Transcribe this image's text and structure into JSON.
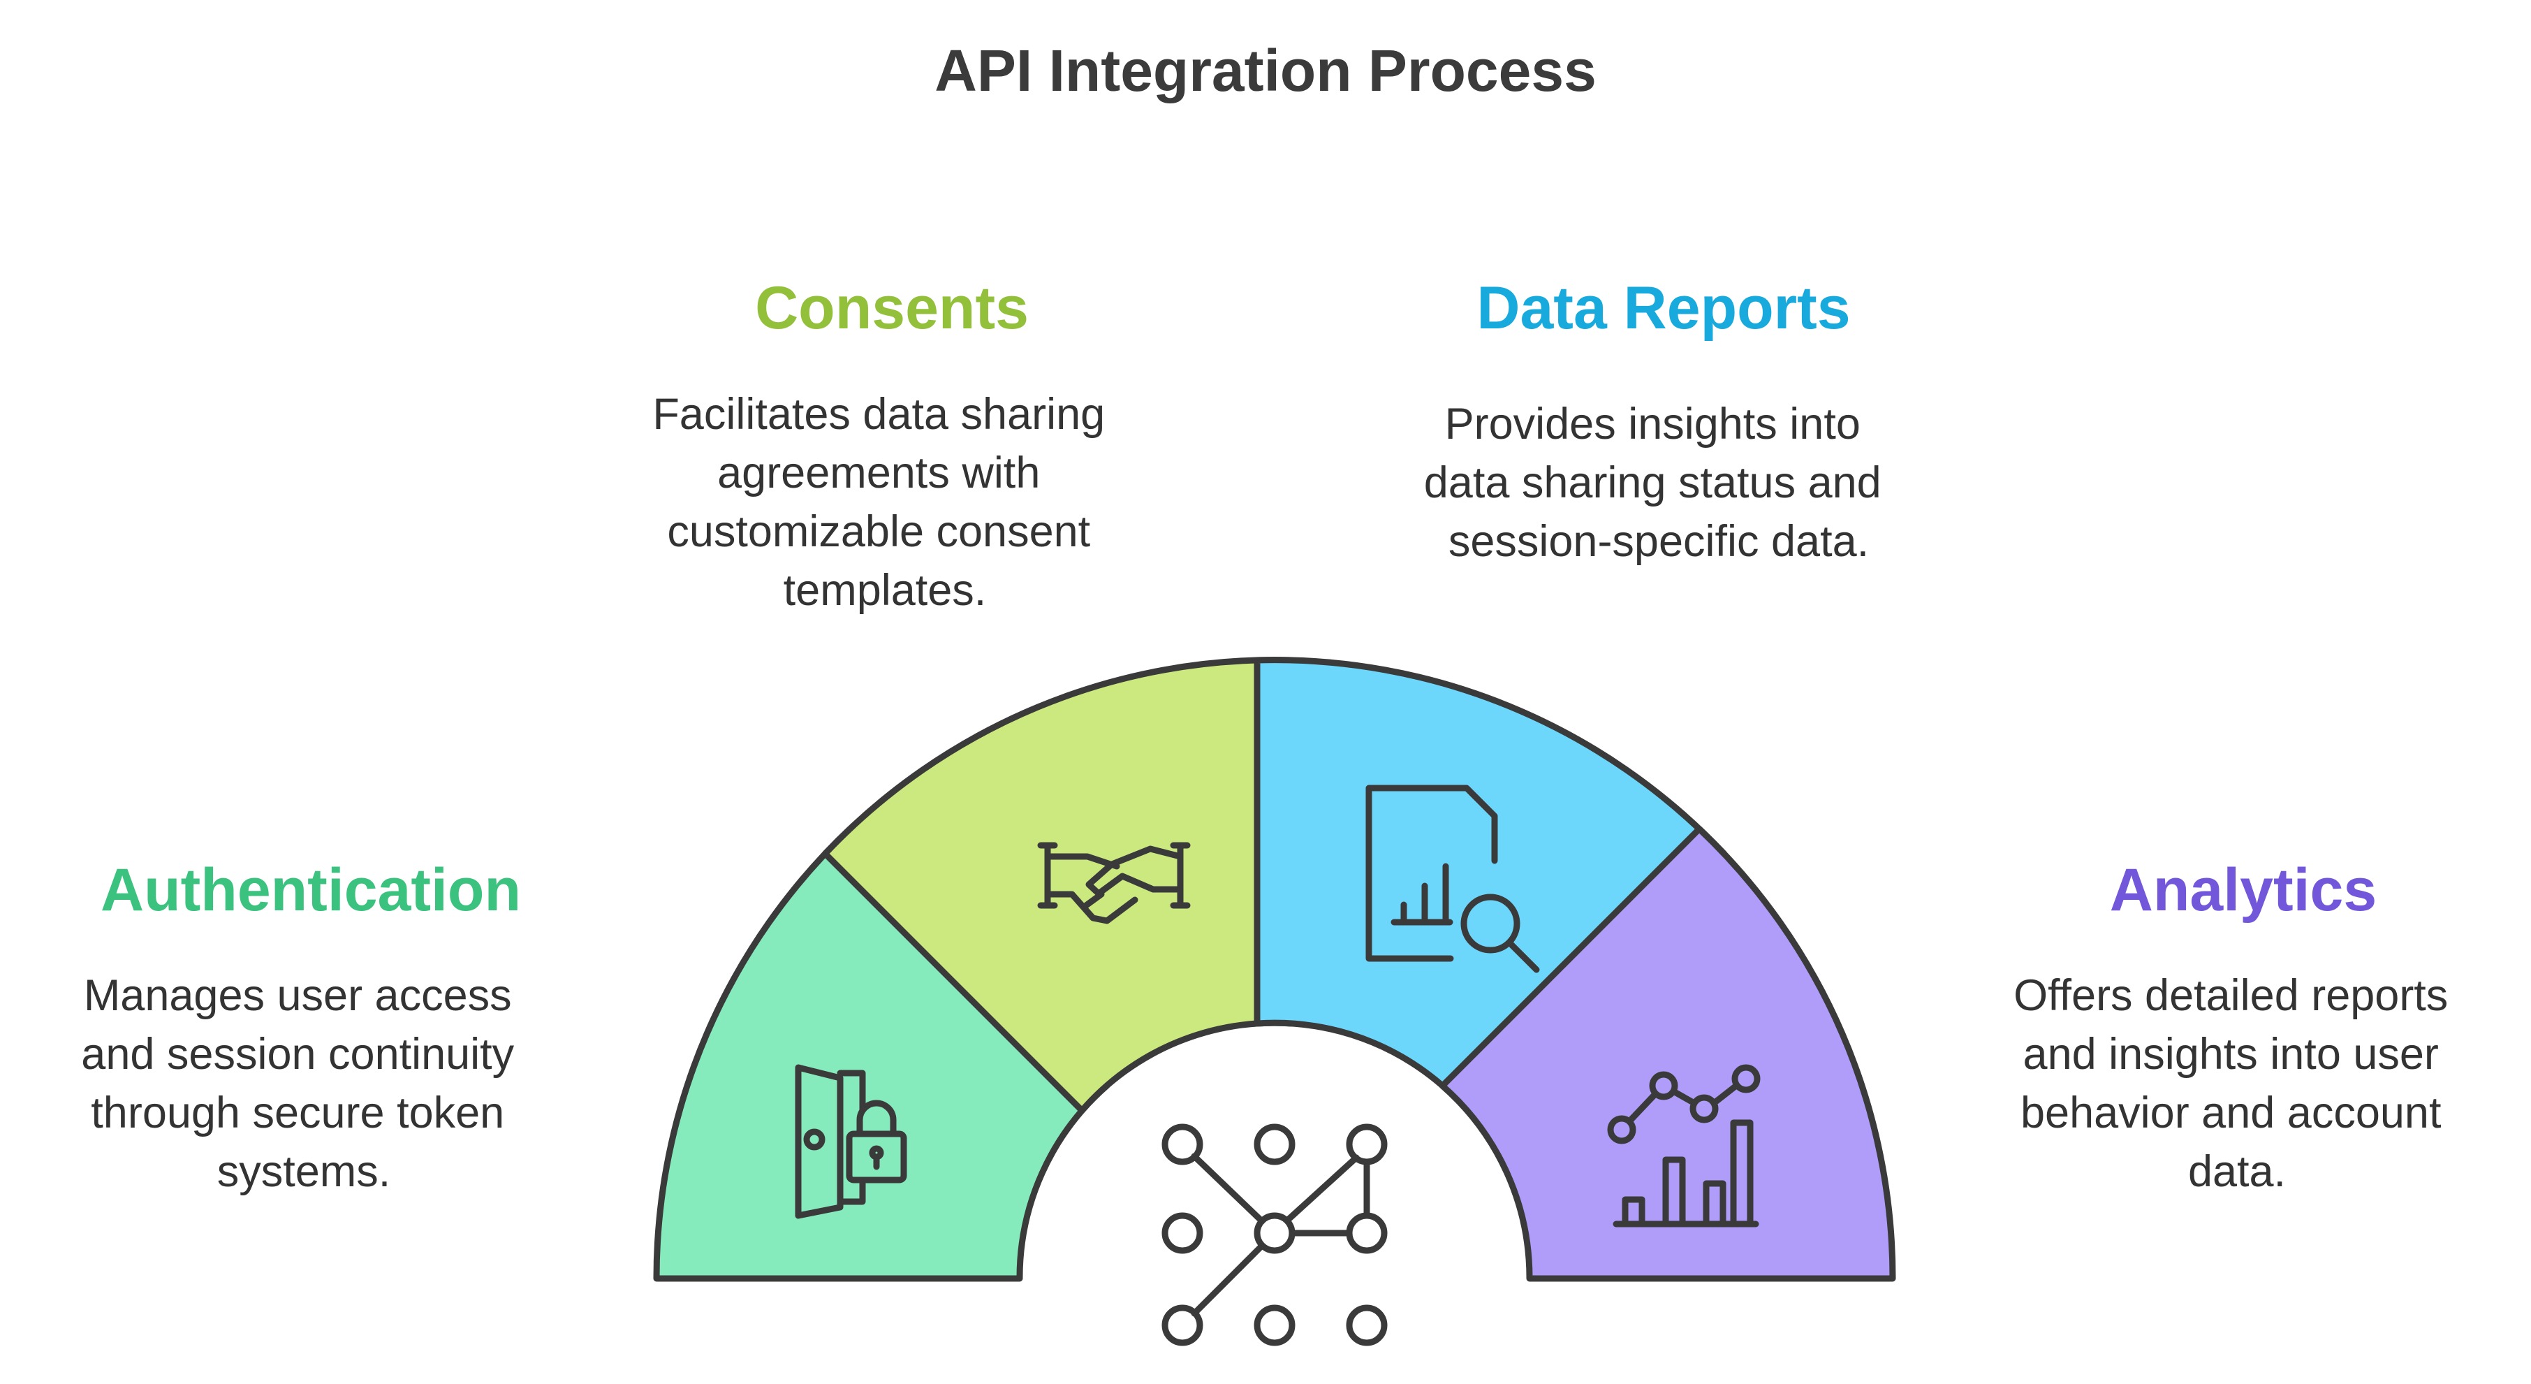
{
  "title": "API Integration Process",
  "segments": [
    {
      "key": "authentication",
      "heading": "Authentication",
      "description": [
        "Manages user access",
        "and session continuity",
        "through secure token",
        "systems."
      ],
      "color": "#3cc27f",
      "fill": "#86ebbc",
      "icon": "door-lock-icon"
    },
    {
      "key": "consents",
      "heading": "Consents",
      "description": [
        "Facilitates data sharing",
        "agreements with",
        "customizable consent",
        "templates."
      ],
      "color": "#93c03a",
      "fill": "#cbe97f",
      "icon": "handshake-icon"
    },
    {
      "key": "data_reports",
      "heading": "Data Reports",
      "description": [
        "Provides insights into",
        "data sharing status and",
        "session-specific data."
      ],
      "color": "#18aadc",
      "fill": "#6dd6fb",
      "icon": "report-search-icon"
    },
    {
      "key": "analytics",
      "heading": "Analytics",
      "description": [
        "Offers detailed reports",
        "and insights into user",
        "behavior and account",
        "data."
      ],
      "color": "#7357da",
      "fill": "#b09cf9",
      "icon": "analytics-chart-icon"
    }
  ],
  "center_icon": "network-nodes-icon",
  "stroke_color": "#3a3a3a"
}
